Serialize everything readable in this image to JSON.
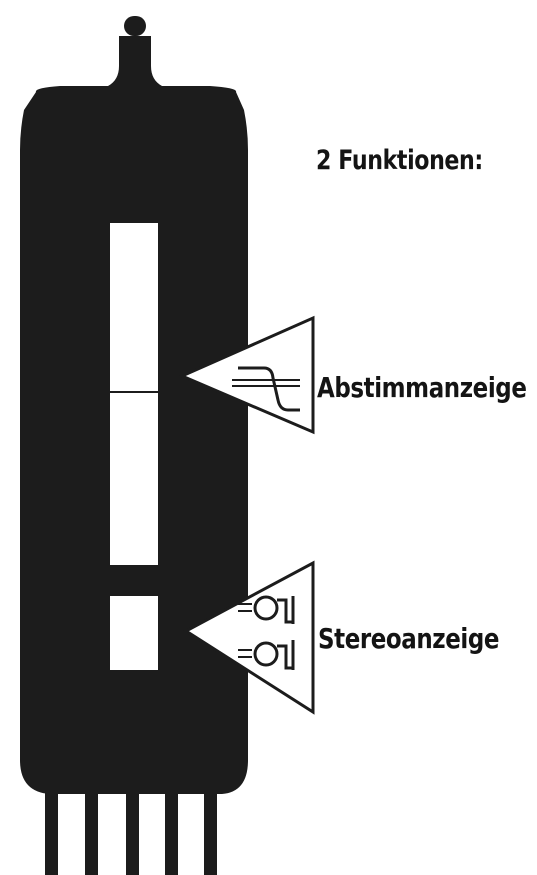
{
  "diagram": {
    "heading": "2 Funktionen:",
    "functions": [
      {
        "label": "Abstimmanzeige",
        "icon": "tuning-curve-icon"
      },
      {
        "label": "Stereoanzeige",
        "icon": "stereo-headphones-icon"
      }
    ],
    "colors": {
      "tube": "#1c1c1c",
      "window": "#ffffff",
      "ink": "#141414",
      "background": "#ffffff"
    }
  }
}
